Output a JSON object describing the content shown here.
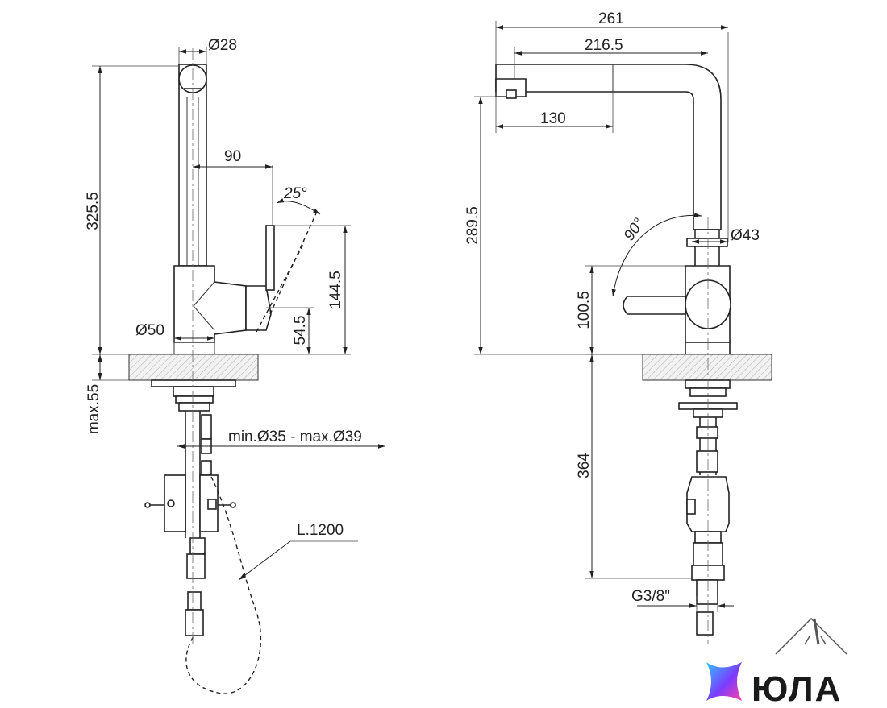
{
  "side_view": {
    "spout_diameter": "Ø28",
    "total_height": "325.5",
    "lever_reach": "90",
    "lever_angle": "25°",
    "body_diameter": "Ø50",
    "lever_height": "144.5",
    "handle_height": "54.5",
    "max_deck_thickness": "max.55",
    "hole_diameter": "min.Ø35 - max.Ø39",
    "hose_length": "L.1200"
  },
  "front_view": {
    "total_reach": "261",
    "spout_reach": "216.5",
    "pullout_length": "130",
    "spout_height": "289.5",
    "rotation_angle": "90°",
    "handle_diameter": "Ø43",
    "handle_height": "100.5",
    "hose_length": "364",
    "thread": "G3/8\""
  },
  "logo": {
    "text": "ЮЛА",
    "colors": [
      "#2ec5ff",
      "#7b3cff",
      "#ff3fa4"
    ]
  }
}
